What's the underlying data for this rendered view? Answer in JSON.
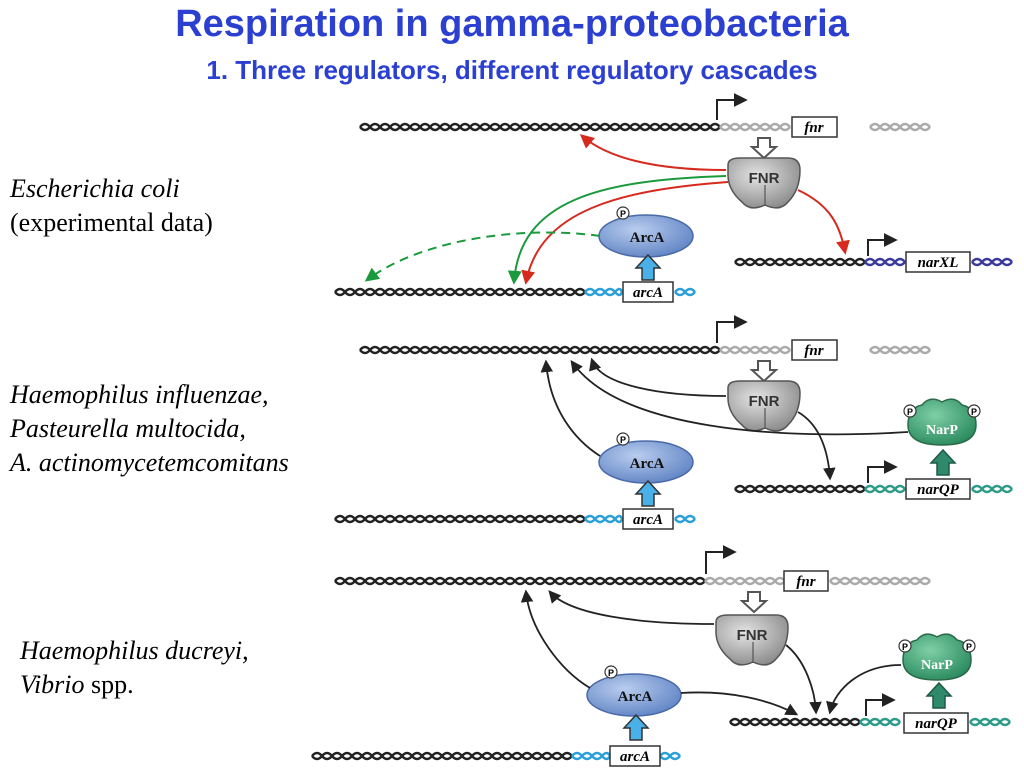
{
  "title": "Respiration in gamma-proteobacteria",
  "subtitle": "1. Three regulators, different regulatory cascades",
  "panels": {
    "p1": {
      "organism": "Escherichia coli",
      "note": "(experimental data)"
    },
    "p2": {
      "line1": "Haemophilus influenzae,",
      "line2": "Pasteurella multocida,",
      "line3": "A. actinomycetemcomitans"
    },
    "p3": {
      "line1": "Haemophilus ducreyi,",
      "line2_italic": "Vibrio",
      "line2_rest": " spp."
    }
  },
  "genes": {
    "fnr": "fnr",
    "arcA": "arcA",
    "narXL": "narXL",
    "narQP": "narQP"
  },
  "proteins": {
    "FNR": "FNR",
    "ArcA": "ArcA",
    "NarP": "NarP",
    "phospho": "P"
  },
  "colors": {
    "title": "#2b3fd0",
    "activation_red": "#d62a1e",
    "activation_green": "#1a9a3c",
    "arca_protein": "#7e9fd6",
    "fnr_protein": "#a9a9a9",
    "narp_protein": "#3aa57a",
    "arca_gene_dna": "#2a9fd8",
    "narxl_gene_dna": "#3a3a9a",
    "narqp_gene_dna": "#2e9a8a"
  }
}
